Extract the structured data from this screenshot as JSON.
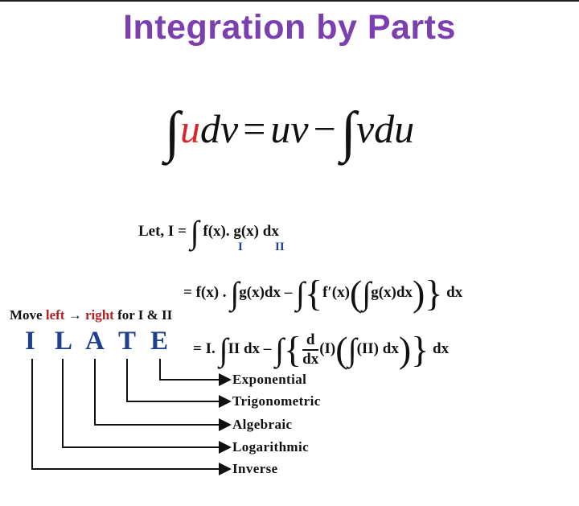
{
  "title": "Integration by Parts",
  "formula": {
    "lhs_u": "u",
    "lhs_rest": "dv",
    "equals": "=",
    "uv": "uv",
    "minus": "−",
    "rhs": "vdu"
  },
  "let_line": {
    "prefix": "Let, I =",
    "expr": "f(x). g(x) dx"
  },
  "labels": {
    "first": "I",
    "second": "II"
  },
  "line2": {
    "lead": "= f(x) .",
    "part1": "g(x)dx –",
    "fprime": "f′(x)",
    "inner": "g(x)dx",
    "dx": "dx"
  },
  "move_text": {
    "before": "Move ",
    "left": "left",
    "arrow": " → ",
    "right": "right",
    "after": " for I & II"
  },
  "ilate": [
    "I",
    "L",
    "A",
    "T",
    "E"
  ],
  "line3": {
    "lead": "= I.",
    "part1": "II dx –",
    "d": "d",
    "dx_den": "dx",
    "paren_I": "(I)",
    "inner": "(II) dx",
    "dx": "dx"
  },
  "categories": [
    "Exponential",
    "Trigonometric",
    "Algebraic",
    "Logarithmic",
    "Inverse"
  ]
}
